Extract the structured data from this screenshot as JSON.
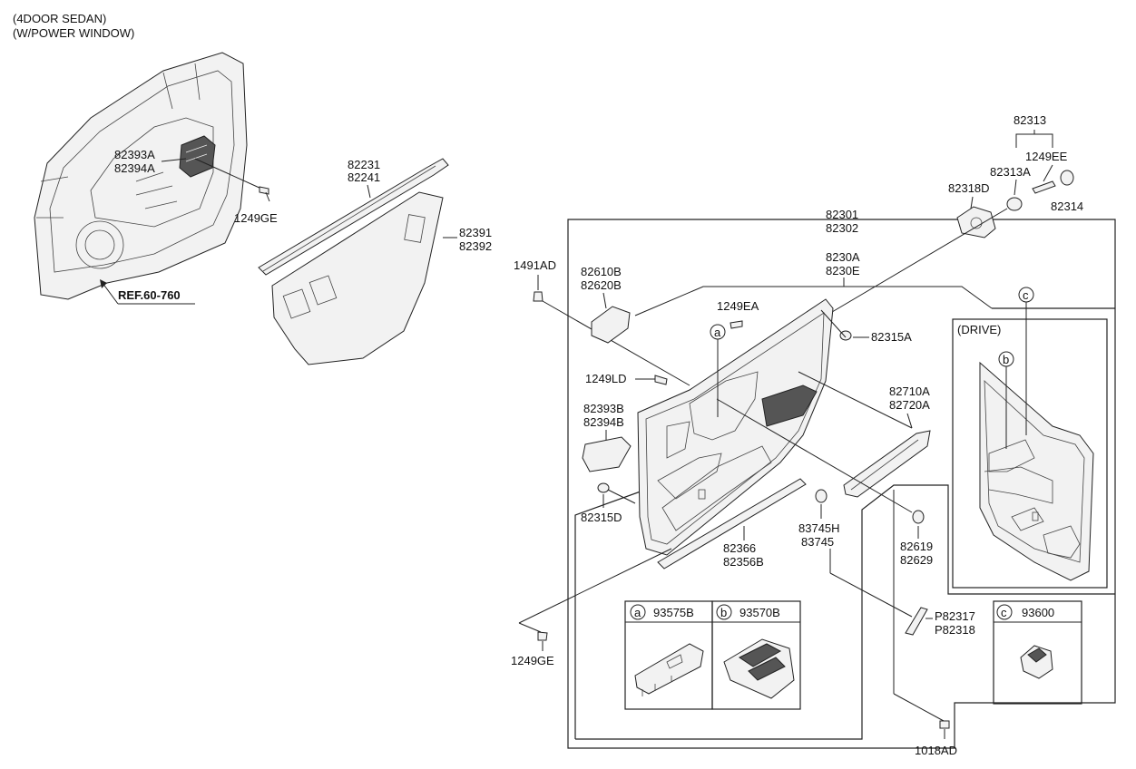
{
  "header": {
    "line1": "(4DOOR SEDAN)",
    "line2": "(W/POWER WINDOW)"
  },
  "reference": "REF.60-760",
  "callouts": {
    "p82393A": "82393A",
    "p82394A": "82394A",
    "p1249GE_top": "1249GE",
    "p82231": "82231",
    "p82241": "82241",
    "p82391": "82391",
    "p82392": "82392",
    "p82313": "82313",
    "p1249EE": "1249EE",
    "p82313A": "82313A",
    "p82318D": "82318D",
    "p82314": "82314",
    "p82301": "82301",
    "p82302": "82302",
    "p8230A": "8230A",
    "p8230E": "8230E",
    "p1491AD": "1491AD",
    "p82610B": "82610B",
    "p82620B": "82620B",
    "p1249EA": "1249EA",
    "p82315A": "82315A",
    "p1249LD": "1249LD",
    "p82710A": "82710A",
    "p82720A": "82720A",
    "p82393B": "82393B",
    "p82394B": "82394B",
    "p82315D": "82315D",
    "p83745H": "83745H",
    "p83745": "83745",
    "p82366": "82366",
    "p82356B": "82356B",
    "p82619": "82619",
    "p82629": "82629",
    "pP82317": "P82317",
    "pP82318": "P82318",
    "p1249GE_bottom": "1249GE",
    "p1018AD": "1018AD"
  },
  "markers": {
    "a": "a",
    "b": "b",
    "c": "c"
  },
  "drive_inset": {
    "label": "(DRIVE)"
  },
  "legend": [
    {
      "letter": "a",
      "part": "93575B"
    },
    {
      "letter": "b",
      "part": "93570B"
    },
    {
      "letter": "c",
      "part": "93600"
    }
  ]
}
